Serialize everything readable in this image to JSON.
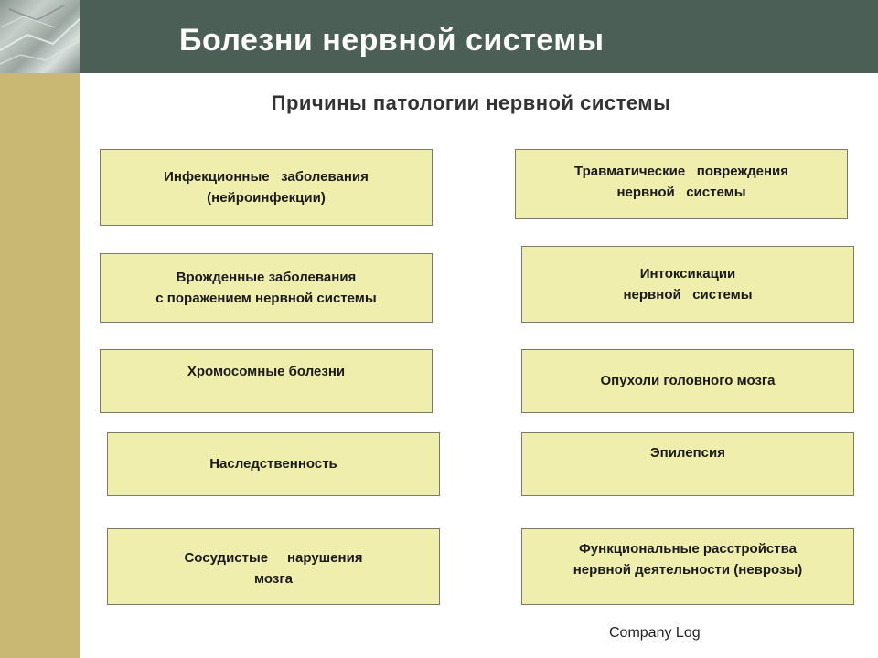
{
  "header": {
    "title": "Болезни нервной системы"
  },
  "subtitle": "Причины патологии нервной системы",
  "causes_left": [
    {
      "lines": [
        "Инфекционные   заболевания",
        "(нейроинфекции)"
      ]
    },
    {
      "lines": [
        "Врожденные заболевания",
        "с поражением нервной системы"
      ]
    },
    {
      "lines": [
        "Хромосомные болезни"
      ]
    },
    {
      "lines": [
        "Наследственность"
      ]
    },
    {
      "lines": [
        "Сосудистые     нарушения",
        "мозга"
      ]
    }
  ],
  "causes_right": [
    {
      "lines": [
        "Травматические   повреждения",
        "нервной   системы"
      ]
    },
    {
      "lines": [
        "Интоксикации",
        "нервной   системы"
      ]
    },
    {
      "lines": [
        "Опухоли головного мозга"
      ]
    },
    {
      "lines": [
        "Эпилепсия"
      ]
    },
    {
      "lines": [
        "Функциональные расстройства",
        "нервной деятельности (неврозы)"
      ]
    }
  ],
  "footer": {
    "company": "Company Log"
  },
  "colors": {
    "header_bar": "#4b5f57",
    "left_strip": "#c8b874",
    "box_fill": "#f0eeac",
    "box_border": "#7a7a6a"
  }
}
